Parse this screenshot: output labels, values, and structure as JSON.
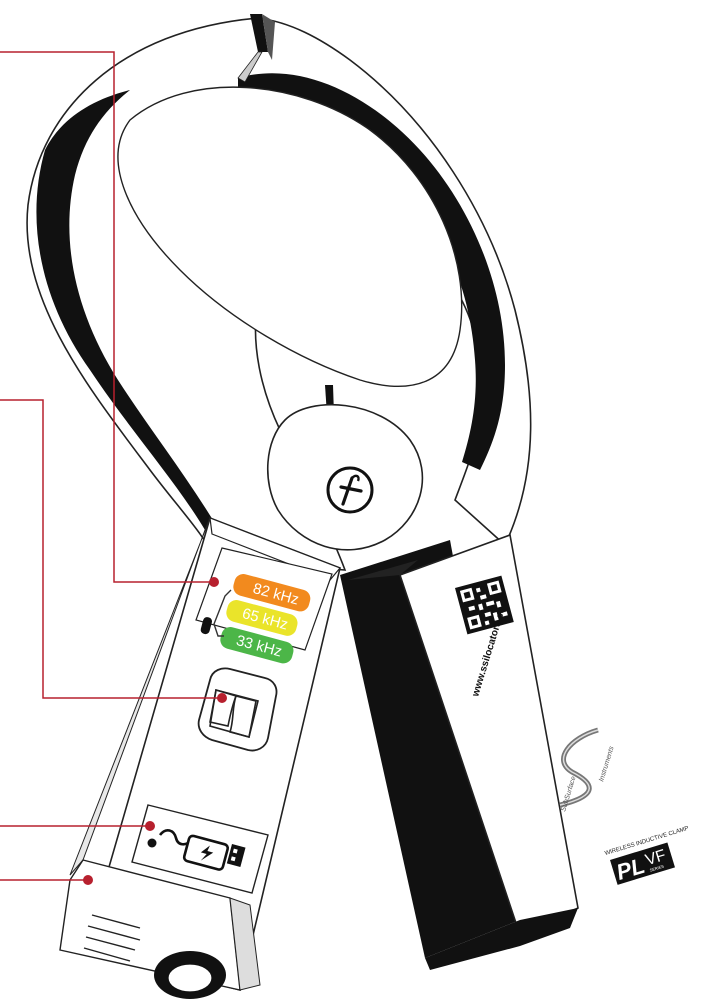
{
  "frequency_buttons": [
    {
      "label": "82 kHz",
      "color": "#f28a1e"
    },
    {
      "label": "65 kHz",
      "color": "#eae42a"
    },
    {
      "label": "33 kHz",
      "color": "#4cb648"
    }
  ],
  "website": "www.ssilocators.co",
  "brand_left": "SubSurface",
  "brand_right": "Instruments",
  "product_tagline": "WIRELESS INDUCTIVE CLAMP",
  "product_code_main": "PL",
  "product_code_sub": "VF",
  "product_code_small": "SERIES",
  "callout_color": "#b7202e"
}
